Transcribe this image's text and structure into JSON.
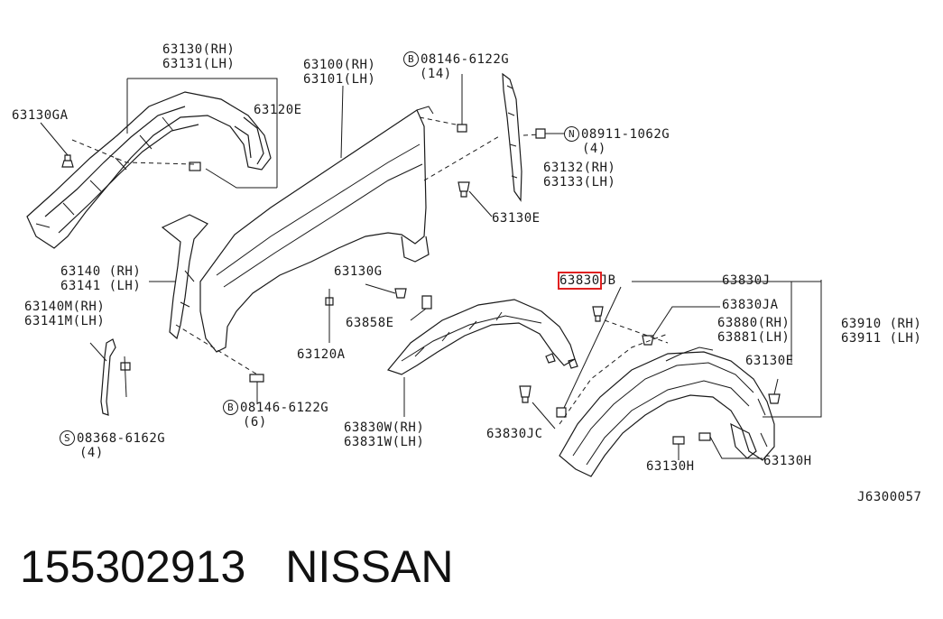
{
  "labels": {
    "p63130_63131": [
      "63130(RH)",
      "63131(LH)"
    ],
    "p63130GA": "63130GA",
    "p63120E": "63120E",
    "p63100_63101": [
      "63100(RH)",
      "63101(LH)"
    ],
    "b08146_top": {
      "symbol": "B",
      "code": "08146-6122G",
      "qty": "(14)"
    },
    "n08911": {
      "symbol": "N",
      "code": "08911-1062G",
      "qty": "(4)"
    },
    "p63132_63133": [
      "63132(RH)",
      "63133(LH)"
    ],
    "p63130E_top": "63130E",
    "p63140_63141": [
      "63140 (RH)",
      "63141 (LH)"
    ],
    "p63140M_63141M": [
      "63140M(RH)",
      "63141M(LH)"
    ],
    "s08368": {
      "symbol": "S",
      "code": "08368-6162G",
      "qty": "(4)"
    },
    "p63130G": "63130G",
    "p63858E": "63858E",
    "p63120A": "63120A",
    "b08146_bottom": {
      "symbol": "B",
      "code": "08146-6122G",
      "qty": "(6)"
    },
    "p63830W_63831W": [
      "63830W(RH)",
      "63831W(LH)"
    ],
    "p63830JB": {
      "highlight": "63830",
      "rest": "JB"
    },
    "p63830J": "63830J",
    "p63830JA": "63830JA",
    "p63880_63881": [
      "63880(RH)",
      "63881(LH)"
    ],
    "p63910_63911": [
      "63910 (RH)",
      "63911 (LH)"
    ],
    "p63130E_right": "63130E",
    "p63830JC": "63830JC",
    "p63130H_a": "63130H",
    "p63130H_b": "63130H",
    "ref": "J6300057"
  },
  "footer": {
    "part_number": "155302913",
    "brand": "NISSAN"
  },
  "colors": {
    "ink": "#1a1a1a",
    "highlight": "#e02020",
    "background": "#ffffff"
  }
}
